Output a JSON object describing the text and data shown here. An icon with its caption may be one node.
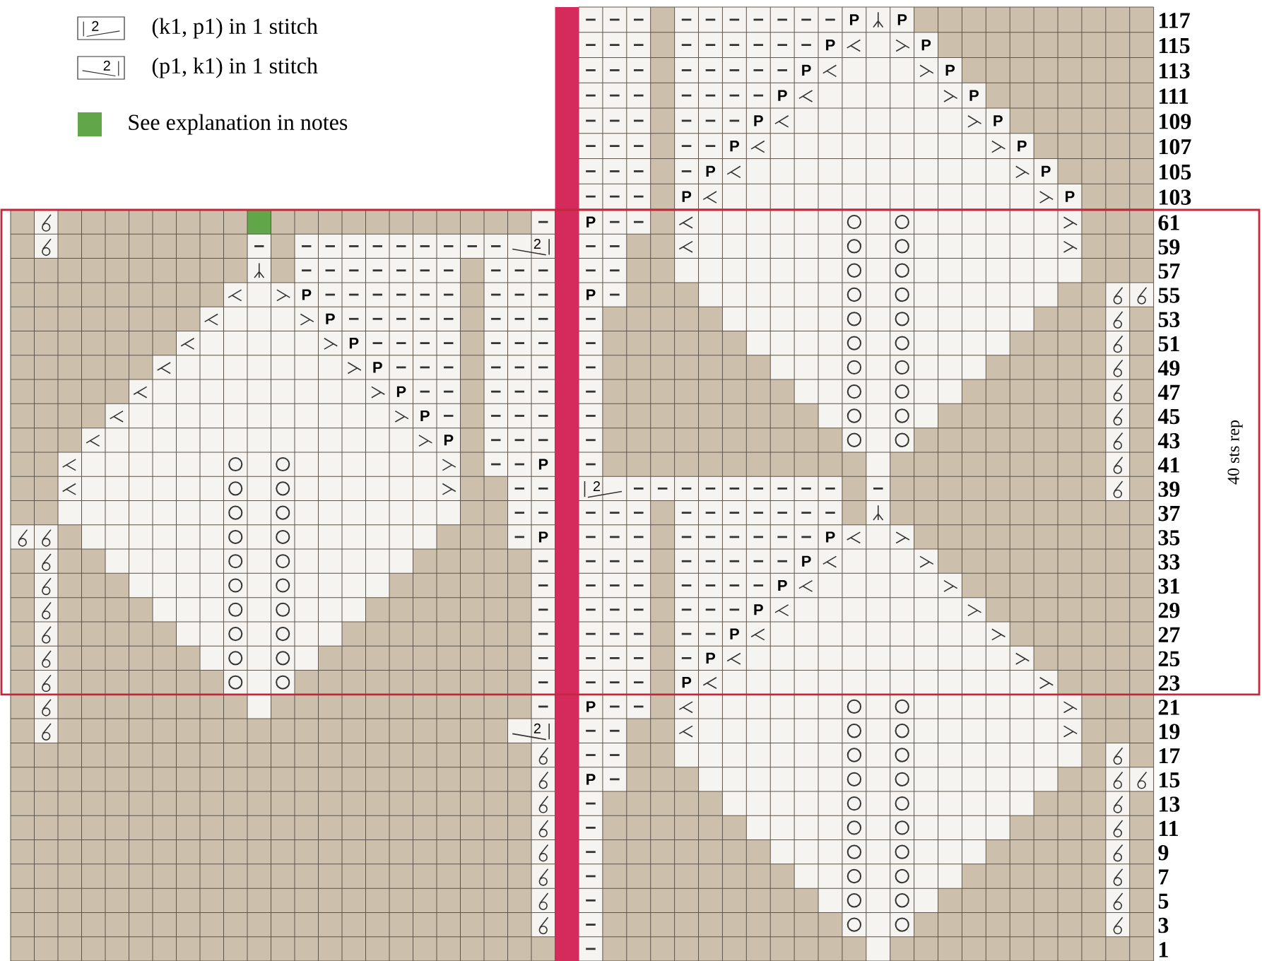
{
  "diagram": {
    "labels": [
      "2",
      "2",
      "P",
      "P",
      "117",
      "P",
      "P",
      "115",
      "P",
      "P",
      "113",
      "P",
      "P",
      "111",
      "P",
      "P",
      "109",
      "P",
      "P",
      "107",
      "P",
      "P",
      "105",
      "P",
      "P",
      "103",
      "P",
      "61",
      "2",
      "59",
      "57",
      "P",
      "P",
      "55",
      "P",
      "53",
      "P",
      "51",
      "P",
      "49",
      "P",
      "47",
      "P",
      "45",
      "P",
      "43",
      "P",
      "41",
      "2",
      "39",
      "37",
      "P",
      "P",
      "35",
      "P",
      "33",
      "P",
      "31",
      "P",
      "29",
      "P",
      "27",
      "P",
      "25",
      "P",
      "23",
      "P",
      "21",
      "2",
      "19",
      "17",
      "P",
      "15",
      "13",
      "11",
      "9",
      "7",
      "5",
      "3",
      "1",
      "40 sts rep"
    ],
    "legend": [
      {
        "text": "(k1, p1) in 1 stitch"
      },
      {
        "text": "(p1, k1) in 1 stitch"
      },
      {
        "text": "See explanation in notes",
        "color": "#62a64a"
      }
    ]
  }
}
